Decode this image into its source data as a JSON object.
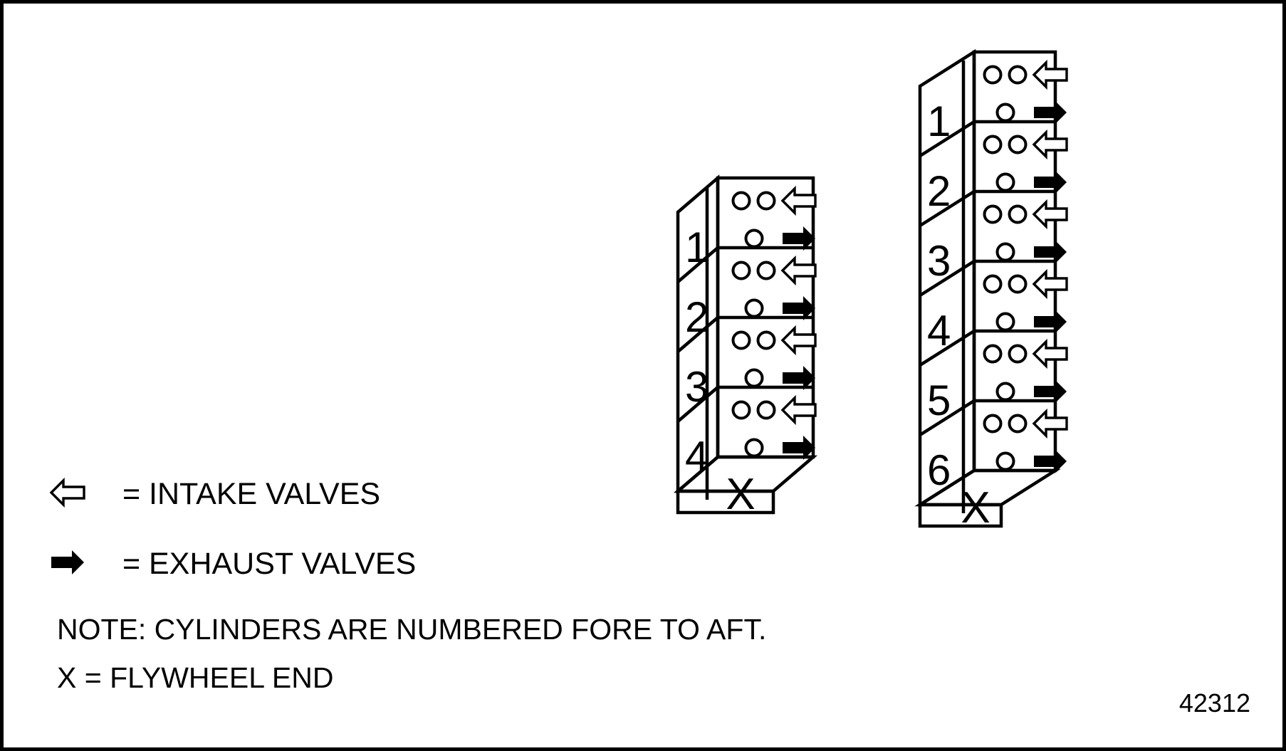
{
  "figure": {
    "number": "42312",
    "border_color": "#000000",
    "background_color": "#ffffff"
  },
  "legend": {
    "items": [
      {
        "icon": "hollow-left-arrow-icon",
        "text": "= INTAKE VALVES"
      },
      {
        "icon": "solid-right-arrow-icon",
        "text": "= EXHAUST VALVES"
      }
    ]
  },
  "notes": {
    "line1": "NOTE: CYLINDERS ARE NUMBERED FORE TO AFT.",
    "line2": "X = FLYWHEEL END"
  },
  "blocks": [
    {
      "name": "four-cylinder-block",
      "cylinder_count": 4,
      "cylinder_labels": [
        "1",
        "2",
        "3",
        "4"
      ],
      "flywheel_mark": "X"
    },
    {
      "name": "six-cylinder-block",
      "cylinder_count": 6,
      "cylinder_labels": [
        "1",
        "2",
        "3",
        "4",
        "5",
        "6"
      ],
      "flywheel_mark": "X"
    }
  ],
  "cylinder_cell": {
    "intake_valve_count": 2,
    "exhaust_valve_count": 1,
    "bolt_holes_top_row": 2,
    "bolt_holes_bottom_row": 1,
    "intake_direction": "left",
    "exhaust_direction": "right"
  }
}
